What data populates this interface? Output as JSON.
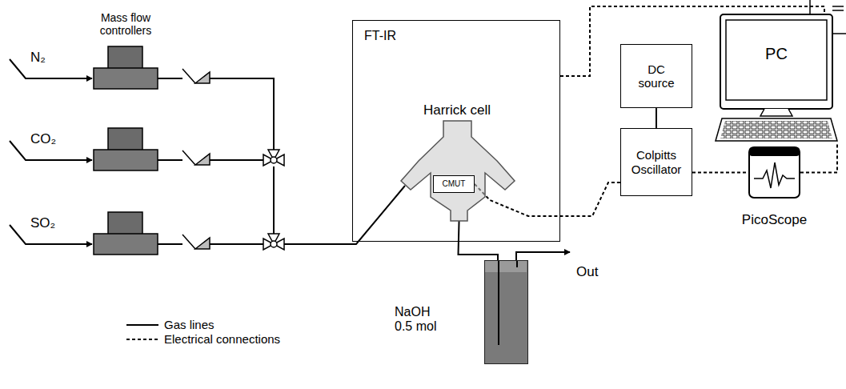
{
  "diagram": {
    "nodes": [
      {
        "text": [
          "FT-IR"
        ]
      },
      {
        "text": [
          "Harrick cell"
        ],
        "in": 0
      },
      {
        "text": [
          "CMUT"
        ],
        "in": 1
      },
      {
        "text": [
          "DC source"
        ]
      },
      {
        "text": [
          "PC"
        ]
      },
      {
        "text": [
          "Colpitts Oscillator"
        ]
      },
      {
        "text": [
          "PicoScope"
        ]
      },
      {
        "text": [
          "NaOH 0.5 mol"
        ]
      }
    ],
    "edges": [
      {
        "from": 2,
        "to": 5,
        "arrow": "none"
      },
      {
        "from": 3,
        "to": 5,
        "arrow": "none"
      },
      {
        "from": 5,
        "to": 6,
        "arrow": "none"
      },
      {
        "from": 6,
        "to": 4,
        "arrow": "none"
      },
      {
        "from": 0,
        "to": 4,
        "arrow": "none"
      },
      {
        "from": 1,
        "to": 7,
        "arrow": "none"
      }
    ],
    "labels": [
      "Mass flow controllers",
      "N₂",
      "CO₂",
      "SO₂",
      "Out"
    ],
    "legend": [
      {
        "text": "Gas lines"
      },
      {
        "text": "Electrical connections"
      }
    ]
  }
}
